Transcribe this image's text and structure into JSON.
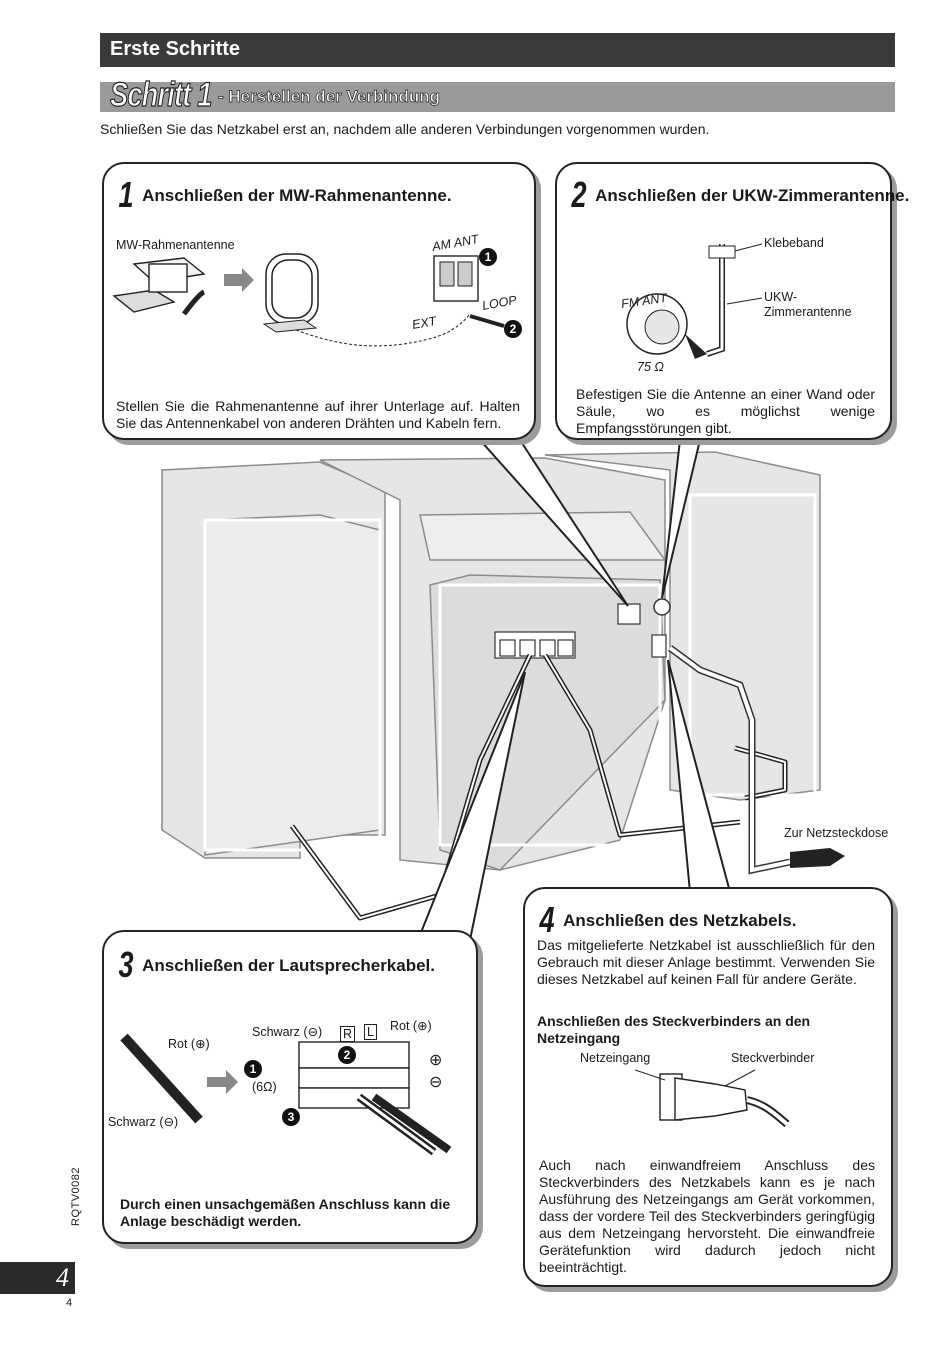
{
  "header": {
    "section_title": "Erste Schritte"
  },
  "step": {
    "big": "Schritt 1",
    "subtitle": "- Herstellen der Verbindung"
  },
  "intro": "Schließen Sie das Netzkabel erst an, nachdem alle anderen Verbindungen vorgenommen wurden.",
  "box1": {
    "num": "1",
    "title": "Anschließen der MW-Rahmenantenne.",
    "label_antenna": "MW-Rahmenantenne",
    "label_am": "AM ANT",
    "label_ext": "EXT",
    "label_loop": "LOOP",
    "marker_1": "1",
    "marker_2": "2",
    "text": "Stellen Sie die Rahmenantenne auf ihrer Unterlage auf. Halten Sie das Antennenkabel von anderen Drähten und Kabeln fern."
  },
  "box2": {
    "num": "2",
    "title": "Anschließen der UKW-Zimmerantenne.",
    "label_tape": "Klebeband",
    "label_antenna_1": "UKW-",
    "label_antenna_2": "Zimmerantenne",
    "label_fm": "FM ANT",
    "label_ohm": "75 Ω",
    "text": "Befestigen Sie die Antenne an einer Wand oder Säule, wo es möglichst wenige Empfangsstörungen gibt."
  },
  "box3": {
    "num": "3",
    "title": "Anschließen der Lautsprecherkabel.",
    "label_red_left": "Rot (⊕)",
    "label_black_left": "Schwarz (⊖)",
    "label_black_top": "Schwarz (⊖)",
    "label_r": "R",
    "label_l": "L",
    "label_red_top": "Rot (⊕)",
    "label_ohm": "(6Ω)",
    "marker_1": "1",
    "marker_2": "2",
    "marker_3": "3",
    "plus": "⊕",
    "minus": "⊖",
    "warning": "Durch einen unsachgemäßen Anschluss kann die Anlage beschädigt werden."
  },
  "box4": {
    "num": "4",
    "title": "Anschließen des Netzkabels.",
    "text1": "Das mitgelieferte Netzkabel ist ausschließlich für den Gebrauch mit dieser Anlage bestimmt. Verwenden Sie dieses Netzkabel auf keinen Fall für andere Geräte.",
    "subheading": "Anschließen des Steckverbinders an den Netzeingang",
    "label_inlet": "Netzeingang",
    "label_connector": "Steckverbinder",
    "text2": "Auch nach einwandfreiem Anschluss des Steckverbinders des Netzkabels kann es je nach Ausführung des Netzeingangs am Gerät vorkommen, dass der vordere Teil des Steckverbinders geringfügig aus dem Netzeingang hervorsteht. Die einwandfreie Gerätefunktion wird dadurch jedoch nicht beeinträchtigt."
  },
  "outlet_label": "Zur Netzsteckdose",
  "footer": {
    "page_tab": "4",
    "code": "RQTV0082",
    "page_number": "4"
  },
  "colors": {
    "device_fill": "#e6e6e6",
    "device_stroke": "#8c8c8c",
    "header": "#3a3a3a",
    "step_bar": "#9a9a9a",
    "shadow": "#9c9c9c"
  }
}
